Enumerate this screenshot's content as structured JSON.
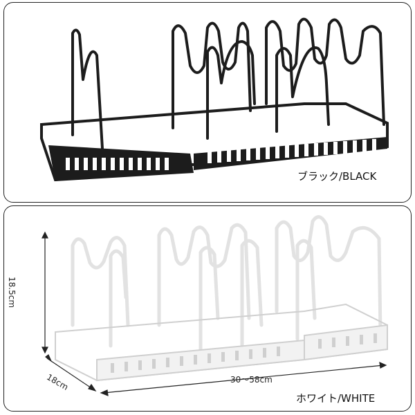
{
  "variants": {
    "black": {
      "label": "ブラック/BLACK",
      "color": "#1c1c1c"
    },
    "white": {
      "label": "ホワイト/WHITE",
      "color": "#dcdcdc"
    }
  },
  "dimensions": {
    "height": "18.5cm",
    "depth": "18cm",
    "width": "30～58cm"
  }
}
